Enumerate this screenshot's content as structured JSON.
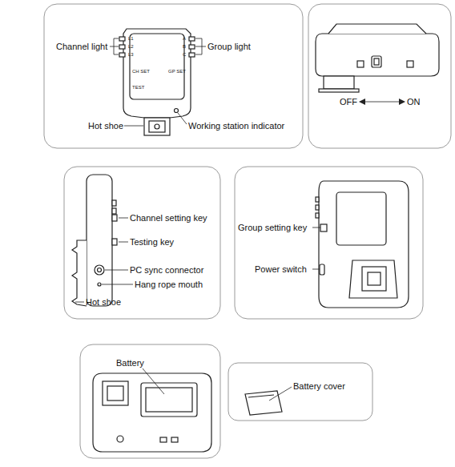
{
  "diagram": {
    "labels": [
      "Channel light",
      "Group light",
      "L1",
      "L2",
      "L3",
      "A",
      "B",
      "C",
      "CH SET",
      "GP SET",
      "TEST",
      "Hot shoe",
      "Working station indicator",
      "OFF",
      "ON",
      "Channel setting key",
      "Testing key",
      "PC sync connector",
      "Hang rope mouth",
      "Hot shoe",
      "Group setting key",
      "Power switch",
      "Battery",
      "Battery cover"
    ]
  }
}
